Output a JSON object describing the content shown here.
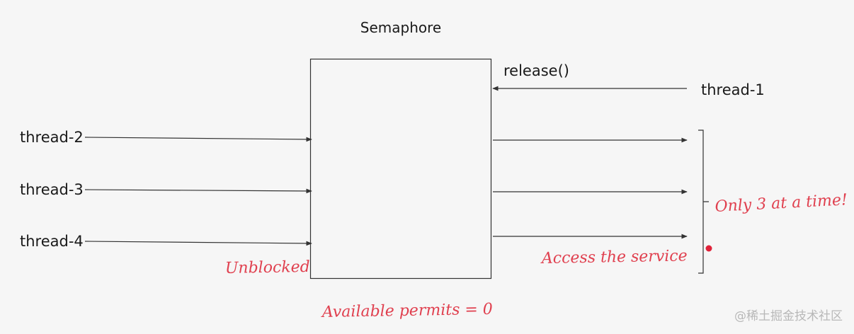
{
  "title": "Semaphore",
  "threads": {
    "releasing": "thread-1",
    "waiting": [
      "thread-2",
      "thread-3",
      "thread-4"
    ]
  },
  "labels": {
    "release_call": "release()",
    "unblocked": "Unblocked",
    "access": "Access the service",
    "limit": "Only 3 at a time!",
    "permits": "Available permits = 0"
  },
  "watermark": "@稀土掘金技术社区",
  "colors": {
    "background": "#f6f6f6",
    "line": "#333333",
    "annotation": "#e0404f"
  }
}
